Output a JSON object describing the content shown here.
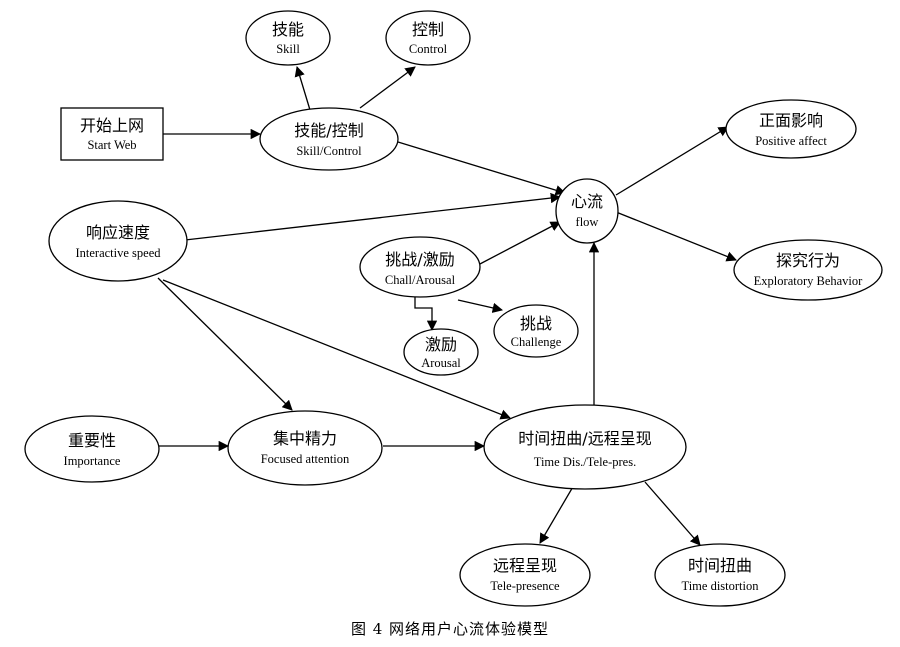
{
  "nodes": {
    "skill": {
      "cn": "技能",
      "en": "Skill"
    },
    "control": {
      "cn": "控制",
      "en": "Control"
    },
    "start_web": {
      "cn": "开始上网",
      "en": "Start Web"
    },
    "skill_control": {
      "cn": "技能/控制",
      "en": "Skill/Control"
    },
    "positive": {
      "cn": "正面影响",
      "en": "Positive affect"
    },
    "flow": {
      "cn": "心流",
      "en": "flow"
    },
    "interactive": {
      "cn": "响应速度",
      "en": "Interactive speed"
    },
    "chall_arousal": {
      "cn": "挑战/激励",
      "en": "Chall/Arousal"
    },
    "exploratory": {
      "cn": "探究行为",
      "en": "Exploratory Behavior"
    },
    "challenge": {
      "cn": "挑战",
      "en": "Challenge"
    },
    "arousal": {
      "cn": "激励",
      "en": "Arousal"
    },
    "importance": {
      "cn": "重要性",
      "en": "Importance"
    },
    "focused": {
      "cn": "集中精力",
      "en": "Focused attention"
    },
    "time_tele": {
      "cn": "时间扭曲/远程呈现",
      "en": "Time Dis./Tele-pres."
    },
    "telepresence": {
      "cn": "远程呈现",
      "en": "Tele-presence"
    },
    "time_dist": {
      "cn": "时间扭曲",
      "en": "Time distortion"
    }
  },
  "caption": "图 4  网络用户心流体验模型"
}
